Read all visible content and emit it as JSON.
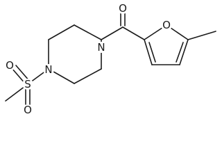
{
  "molecule": {
    "atoms": {
      "carbonyl_oxygen": "O",
      "piperazine_n1": "N",
      "piperazine_n4": "N",
      "sulfur": "S",
      "sulfonyl_oxygen_1": "O",
      "sulfonyl_oxygen_2": "O",
      "furan_oxygen": "O"
    }
  },
  "colors": {
    "bond": "#1a1a1a",
    "label": "#1a1a1a",
    "background": "#ffffff"
  }
}
